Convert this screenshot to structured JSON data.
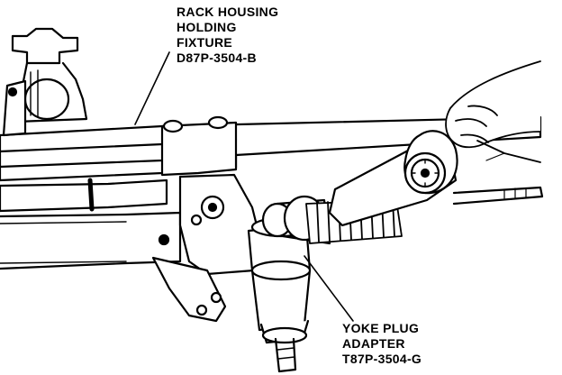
{
  "callouts": {
    "rack_fixture": {
      "lines": [
        "RACK HOUSING",
        "HOLDING",
        "FIXTURE",
        "D87P-3504-B"
      ]
    },
    "yoke_adapter": {
      "lines": [
        "YOKE PLUG",
        "ADAPTER",
        "T87P-3504-G"
      ]
    }
  },
  "colors": {
    "ink": "#000000",
    "paper": "#ffffff"
  }
}
